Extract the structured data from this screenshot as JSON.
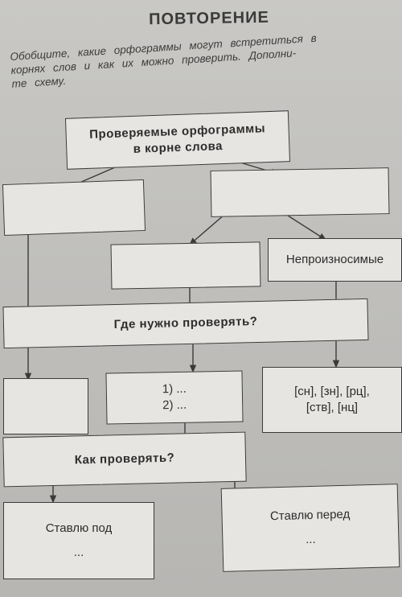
{
  "header": {
    "title": "ПОВТОРЕНИЕ"
  },
  "intro": {
    "line1": "Обобщите, какие орфограммы могут встретиться в",
    "line2": "корнях слов и как их можно проверить. Дополни-",
    "line3": "те схему."
  },
  "scheme": {
    "root_line1": "Проверяемые орфограммы",
    "root_line2": "в корне слова",
    "unpronounceable": "Непроизносимые",
    "where_question": "Где нужно проверять?",
    "where_item1": "1) ...",
    "where_item2": "2) ...",
    "clusters_line1": "[сн], [зн], [рц],",
    "clusters_line2": "[ств], [нц]",
    "how_question": "Как проверять?",
    "stress_line1": "Ставлю под",
    "stress_line2": "...",
    "before_line1": "Ставлю перед",
    "before_line2": "..."
  }
}
